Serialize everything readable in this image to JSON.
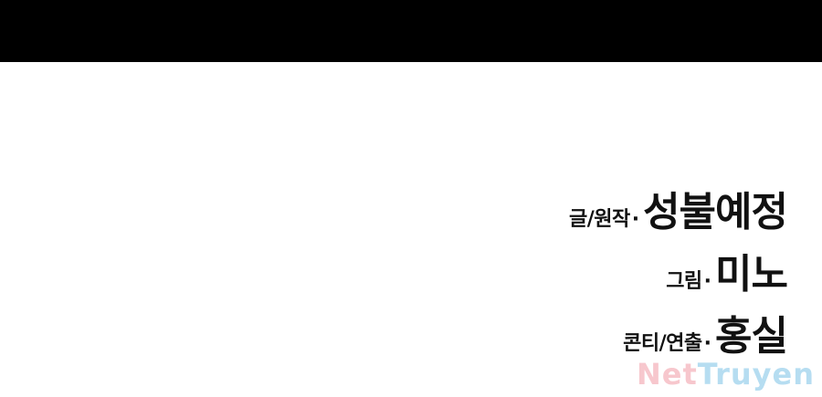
{
  "credits": [
    {
      "role": "글/원작",
      "separator": "·",
      "name": "성불예정"
    },
    {
      "role": "그림",
      "separator": "·",
      "name": "미노"
    },
    {
      "role": "콘티/연출",
      "separator": "·",
      "name": "홍실"
    }
  ],
  "watermark": {
    "part1": "Net",
    "part2": "Truyen",
    "colors": {
      "part1": "#f29aa6",
      "part2": "#7cc3e6"
    }
  },
  "colors": {
    "top_bar": "#000000",
    "background": "#ffffff",
    "text": "#111111"
  }
}
